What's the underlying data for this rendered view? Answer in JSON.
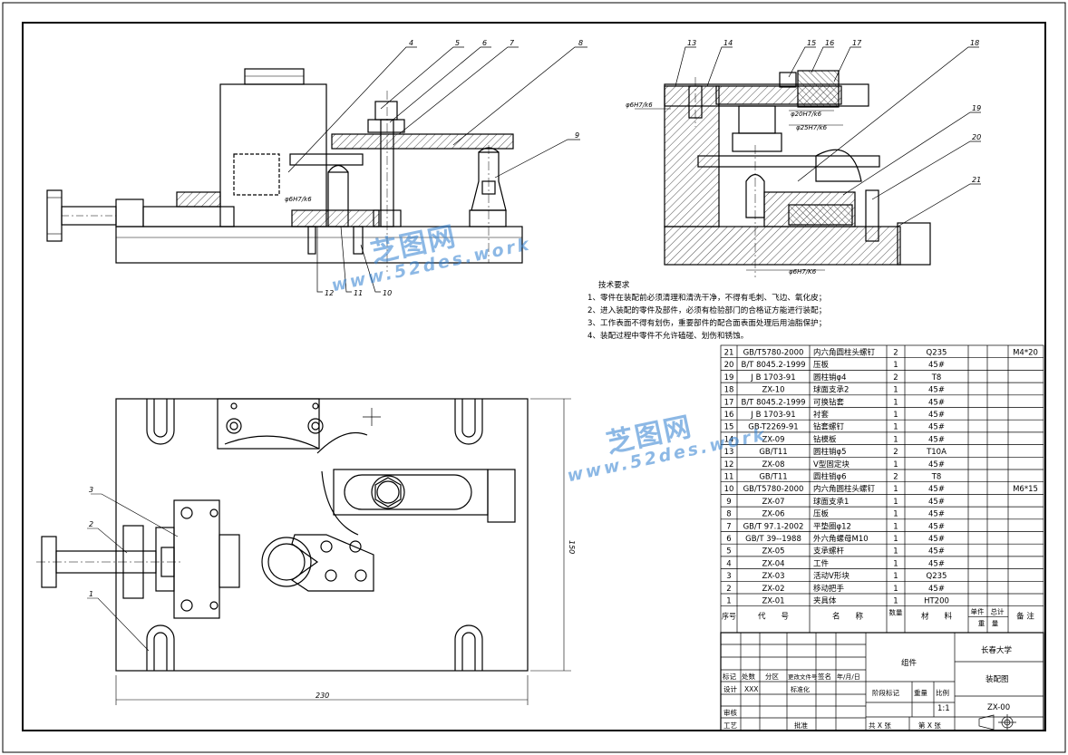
{
  "drawing": {
    "part_numbers": [
      "1",
      "2",
      "3",
      "4",
      "5",
      "6",
      "7",
      "8",
      "9",
      "10",
      "11",
      "12",
      "13",
      "14",
      "15",
      "16",
      "17",
      "18",
      "19",
      "20",
      "21"
    ],
    "fits": [
      "φ6H7/k6",
      "φ6H7/k6",
      "φ20H7/k6",
      "φ25H7/k6",
      "φ6H7/K6"
    ],
    "dimensions": {
      "width": "230",
      "height": "150"
    }
  },
  "tech_requirements": {
    "title": "技术要求",
    "items": [
      "1、零件在装配前必须清理和清洗干净，不得有毛刺、飞边、氧化皮；",
      "2、进入装配的零件及部件，必须有检验部门的合格证方能进行装配；",
      "3、工作表面不得有划伤，重要部件的配合面表面处理后用油脂保护；",
      "4、装配过程中零件不允许磕碰、划伤和锈蚀。"
    ]
  },
  "bom": {
    "rows": [
      {
        "no": "21",
        "code": "GB/T5780-2000",
        "name": "内六角圆柱头螺钉",
        "qty": "2",
        "material": "Q235",
        "note": "M4*20"
      },
      {
        "no": "20",
        "code": "B/T 8045.2-1999",
        "name": "压板",
        "qty": "1",
        "material": "45#",
        "note": ""
      },
      {
        "no": "19",
        "code": "J B 1703-91",
        "name": "圆柱销φ4",
        "qty": "2",
        "material": "T8",
        "note": ""
      },
      {
        "no": "18",
        "code": "ZX-10",
        "name": "球面支承2",
        "qty": "1",
        "material": "45#",
        "note": ""
      },
      {
        "no": "17",
        "code": "B/T 8045.2-1999",
        "name": "可换钻套",
        "qty": "1",
        "material": "45#",
        "note": ""
      },
      {
        "no": "16",
        "code": "J B 1703-91",
        "name": "衬套",
        "qty": "1",
        "material": "45#",
        "note": ""
      },
      {
        "no": "15",
        "code": "GB-T2269-91",
        "name": "钻套螺钉",
        "qty": "1",
        "material": "45#",
        "note": ""
      },
      {
        "no": "14",
        "code": "ZX-09",
        "name": "钻模板",
        "qty": "1",
        "material": "45#",
        "note": ""
      },
      {
        "no": "13",
        "code": "GB/T11",
        "name": "圆柱销φ5",
        "qty": "2",
        "material": "T10A",
        "note": ""
      },
      {
        "no": "12",
        "code": "ZX-08",
        "name": "V型固定块",
        "qty": "1",
        "material": "45#",
        "note": ""
      },
      {
        "no": "11",
        "code": "GB/T11",
        "name": "圆柱销φ6",
        "qty": "2",
        "material": "T8",
        "note": ""
      },
      {
        "no": "10",
        "code": "GB/T5780-2000",
        "name": "内六角圆柱头螺钉",
        "qty": "1",
        "material": "45#",
        "note": "M6*15"
      },
      {
        "no": "9",
        "code": "ZX-07",
        "name": "球面支承1",
        "qty": "1",
        "material": "45#",
        "note": ""
      },
      {
        "no": "8",
        "code": "ZX-06",
        "name": "压板",
        "qty": "1",
        "material": "45#",
        "note": ""
      },
      {
        "no": "7",
        "code": "GB/T 97.1-2002",
        "name": "平垫圈φ12",
        "qty": "1",
        "material": "45#",
        "note": ""
      },
      {
        "no": "6",
        "code": "GB/T 39--1988",
        "name": "外六角螺母M10",
        "qty": "1",
        "material": "45#",
        "note": ""
      },
      {
        "no": "5",
        "code": "ZX-05",
        "name": "支承螺杆",
        "qty": "1",
        "material": "45#",
        "note": ""
      },
      {
        "no": "4",
        "code": "ZX-04",
        "name": "工件",
        "qty": "1",
        "material": "45#",
        "note": ""
      },
      {
        "no": "3",
        "code": "ZX-03",
        "name": "活动V形块",
        "qty": "1",
        "material": "Q235",
        "note": ""
      },
      {
        "no": "2",
        "code": "ZX-02",
        "name": "移动把手",
        "qty": "1",
        "material": "45#",
        "note": ""
      },
      {
        "no": "1",
        "code": "ZX-01",
        "name": "夹具体",
        "qty": "1",
        "material": "HT200",
        "note": ""
      }
    ],
    "header": {
      "no": "序号",
      "code": "代　　号",
      "name": "名　　称",
      "qty": "数量",
      "material": "材　　料",
      "unit_weight": "单件",
      "total_weight": "总计",
      "weight": "重　量",
      "note": "备 注"
    }
  },
  "title_block": {
    "zone_label": "组件",
    "school": "长春大学",
    "drawing_name": "装配图",
    "drawing_no": "ZX-00",
    "scale": "1:1",
    "labels": {
      "mark": "标记",
      "count": "处数",
      "zone": "分区",
      "doc_no": "更改文件号",
      "sign": "签名",
      "date": "年/月/日",
      "design": "设计",
      "designer": "XXX",
      "standardize": "标准化",
      "stage": "阶段标记",
      "weight": "重量",
      "scale_lbl": "比例",
      "review": "审核",
      "process": "工艺",
      "approve": "批准",
      "sheets": "共 X 张",
      "sheet": "第 X 张"
    }
  },
  "watermark": {
    "text": "芝图网",
    "url": "www.52des.work"
  }
}
